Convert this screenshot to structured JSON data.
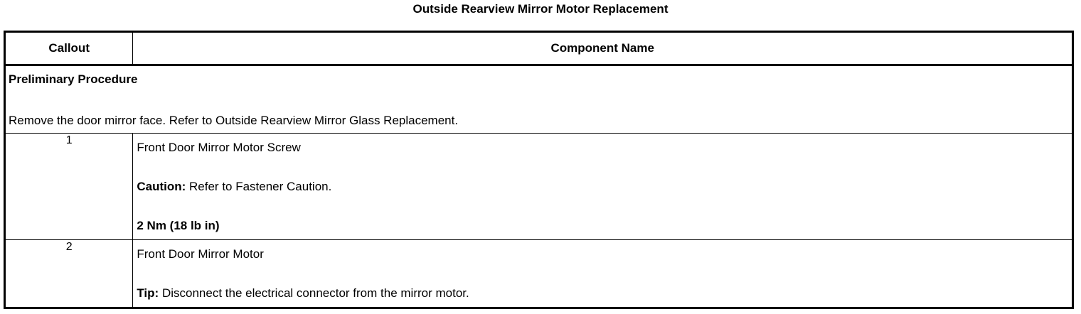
{
  "document": {
    "title": "Outside Rearview Mirror Motor Replacement"
  },
  "table": {
    "headers": {
      "callout": "Callout",
      "component_name": "Component Name"
    },
    "preliminary": {
      "heading": "Preliminary Procedure",
      "text": "Remove the door mirror face. Refer to Outside Rearview Mirror Glass Replacement."
    },
    "rows": [
      {
        "callout": "1",
        "name": "Front Door Mirror Motor Screw",
        "note_label": "Caution:",
        "note_text": " Refer to Fastener Caution.",
        "torque": "2 Nm (18 lb in)"
      },
      {
        "callout": "2",
        "name": "Front Door Mirror Motor",
        "note_label": "Tip:",
        "note_text": " Disconnect the electrical connector from the mirror motor."
      }
    ]
  },
  "colors": {
    "border": "#000000",
    "text": "#000000",
    "background": "#ffffff"
  }
}
